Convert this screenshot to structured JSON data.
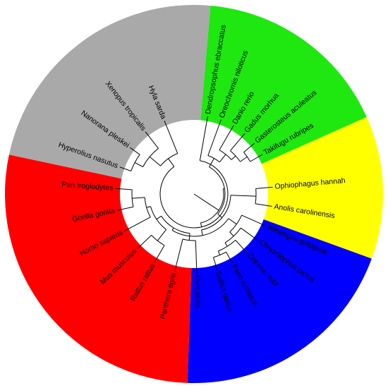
{
  "figure": {
    "clades": [
      {
        "id": "amphibians",
        "color": "#a9a9a9"
      },
      {
        "id": "fish",
        "color": "#1ee80f"
      },
      {
        "id": "reptiles",
        "color": "#ffff00"
      },
      {
        "id": "birds",
        "color": "#0000ff"
      },
      {
        "id": "mammals",
        "color": "#ff0000"
      }
    ],
    "leaves": [
      {
        "label": "Dendropsophus ebraccatus",
        "clade": "amphibians"
      },
      {
        "label": "Oreochromis niloticus",
        "clade": "fish"
      },
      {
        "label": "Danio rerio",
        "clade": "fish"
      },
      {
        "label": "Gadus morhua",
        "clade": "fish"
      },
      {
        "label": "Gasterosteus aculeatus",
        "clade": "fish"
      },
      {
        "label": "Takifugu rubripes",
        "clade": "fish"
      },
      {
        "label": "Ophiophagus hannah",
        "clade": "reptiles"
      },
      {
        "label": "Anolis carolinensis",
        "clade": "reptiles"
      },
      {
        "label": "Meleagris gallopavo",
        "clade": "birds"
      },
      {
        "label": "Chrysolophus pictus",
        "clade": "birds"
      },
      {
        "label": "Coturnix rufa",
        "clade": "birds"
      },
      {
        "label": "Pavo cristatus",
        "clade": "birds"
      },
      {
        "label": "Gallus gallus",
        "clade": "birds"
      },
      {
        "label": "Ovis aries",
        "clade": "mammals"
      },
      {
        "label": "Panthera tigris",
        "clade": "mammals"
      },
      {
        "label": "Rattus rattus",
        "clade": "mammals"
      },
      {
        "label": "Mus musculus",
        "clade": "mammals"
      },
      {
        "label": "Homo sapiens",
        "clade": "mammals"
      },
      {
        "label": "Gorilla gorilla",
        "clade": "mammals"
      },
      {
        "label": "Pan troglodytes",
        "clade": "mammals"
      },
      {
        "label": "Hyperolius nasutus",
        "clade": "amphibians"
      },
      {
        "label": "Nanorana pleskei",
        "clade": "amphibians"
      },
      {
        "label": "Xenopus tropicalis",
        "clade": "amphibians"
      },
      {
        "label": "Hyla sarda",
        "clade": "amphibians"
      }
    ]
  }
}
